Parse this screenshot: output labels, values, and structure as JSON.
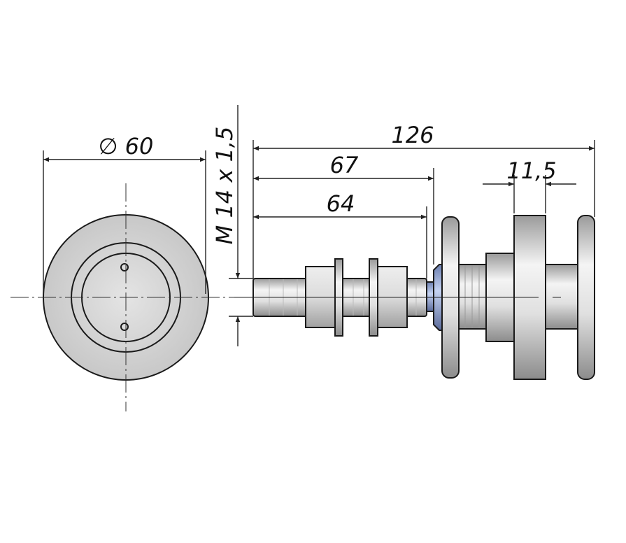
{
  "dimensions": {
    "diameter": "∅ 60",
    "overall_length": "126",
    "length_67": "67",
    "length_64": "64",
    "plate_gap": "11,5",
    "thread": "M 14 x 1,5"
  },
  "colors": {
    "line": "#222222",
    "metal_light": "#f2f2f2",
    "metal_dark": "#a8a8a8",
    "accent_blue": "#a9bde8"
  }
}
